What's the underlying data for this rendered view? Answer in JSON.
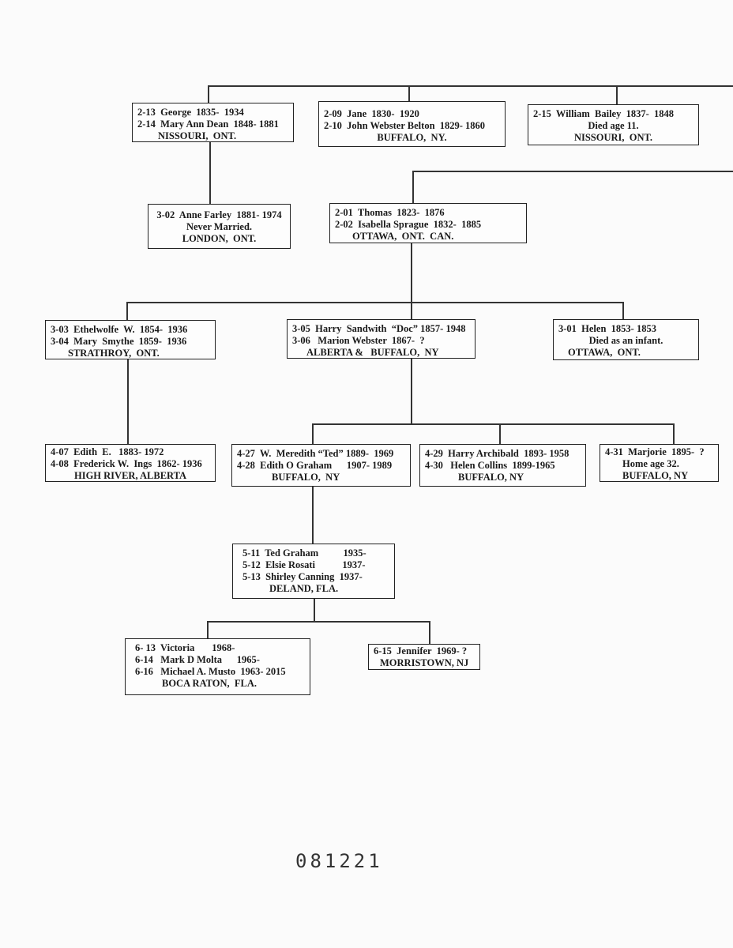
{
  "boxes": [
    {
      "lines": [
        "2-13  George  1835-  1934",
        "2-14  Mary Ann Dean  1848- 1881"
      ],
      "location": "NISSOURI,  ONT."
    },
    {
      "lines": [
        "2-09  Jane  1830-  1920",
        "2-10  John Webster Belton  1829- 1860"
      ],
      "location": "BUFFALO,  NY."
    },
    {
      "lines": [
        "2-15  William  Bailey  1837-  1848",
        "Died age 11."
      ],
      "location": "NISSOURI,  ONT."
    },
    {
      "lines": [
        "3-02  Anne Farley  1881- 1974",
        "Never Married."
      ],
      "location": "LONDON,  ONT."
    },
    {
      "lines": [
        "2-01  Thomas  1823-  1876",
        "2-02  Isabella Sprague  1832-  1885"
      ],
      "location": "OTTAWA,  ONT.  CAN."
    },
    {
      "lines": [
        "3-03  Ethelwolfe  W.  1854-  1936",
        "3-04  Mary  Smythe  1859-  1936"
      ],
      "location": "STRATHROY,  ONT."
    },
    {
      "lines": [
        "3-05  Harry  Sandwith  “Doc” 1857- 1948",
        "3-06   Marion Webster  1867-  ?"
      ],
      "location": "ALBERTA &   BUFFALO,  NY"
    },
    {
      "lines": [
        "3-01  Helen  1853- 1853",
        "Died as an infant."
      ],
      "location": "OTTAWA,  ONT."
    },
    {
      "lines": [
        "4-07  Edith  E.   1883- 1972",
        "4-08  Frederick W.  Ings  1862- 1936"
      ],
      "location": "HIGH RIVER, ALBERTA"
    },
    {
      "lines": [
        "4-27  W.  Meredith “Ted” 1889-  1969",
        "4-28  Edith O Graham      1907- 1989"
      ],
      "location": "BUFFALO,  NY"
    },
    {
      "lines": [
        "4-29  Harry Archibald  1893- 1958",
        "4-30   Helen Collins  1899-1965"
      ],
      "location": "BUFFALO, NY"
    },
    {
      "lines": [
        "4-31  Marjorie  1895-  ?",
        "Home age 32."
      ],
      "location": "BUFFALO, NY"
    },
    {
      "lines": [
        "5-11  Ted Graham          1935-",
        "5-12  Elsie Rosati           1937-",
        "5-13  Shirley Canning  1937-"
      ],
      "location": "DELAND, FLA."
    },
    {
      "lines": [
        "6- 13  Victoria       1968-",
        "6-14   Mark D Molta      1965-",
        "6-16   Michael A. Musto  1963- 2015"
      ],
      "location": "BOCA RATON,  FLA."
    },
    {
      "lines": [
        "6-15  Jennifer  1969- ?"
      ],
      "location": "MORRISTOWN, NJ"
    }
  ],
  "stamp_number": "081221"
}
